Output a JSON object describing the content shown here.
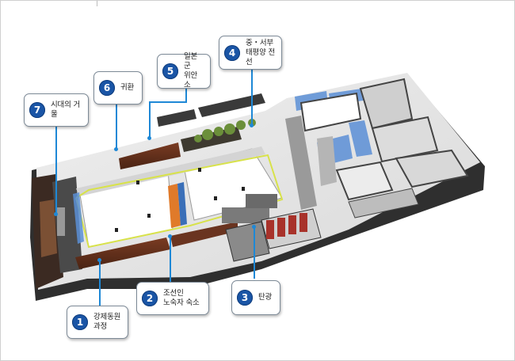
{
  "callouts": [
    {
      "number": "1",
      "label": "강제동원\n과정"
    },
    {
      "number": "2",
      "label": "조선인\n노숙자 숙소"
    },
    {
      "number": "3",
      "label": "탄광"
    },
    {
      "number": "4",
      "label": "중・서부\n태평양 전선"
    },
    {
      "number": "5",
      "label": "일본군\n위안소"
    },
    {
      "number": "6",
      "label": "귀환"
    },
    {
      "number": "7",
      "label": "시대의 거울"
    }
  ],
  "colors": {
    "badge": "#1a55a6",
    "leader": "#1e88d6",
    "floor": "#e6e6e6",
    "wall": "#3d3d3d",
    "glass": "#5b8fd6",
    "path": "#d8e24a",
    "hall": "#ffffff"
  }
}
